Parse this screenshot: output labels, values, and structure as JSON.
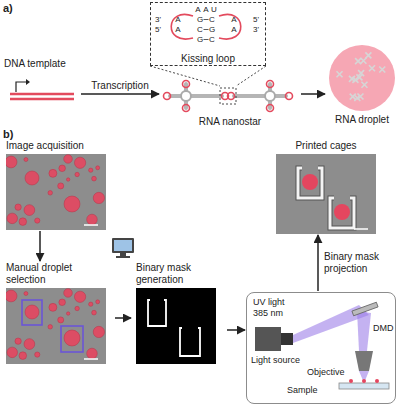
{
  "diagram": {
    "nodes": [
      {
        "text": [
          "DNA template"
        ]
      },
      {
        "text": [
          "Kissing loop"
        ]
      },
      {
        "text": [
          "RNA nanostar"
        ]
      },
      {
        "text": [
          "RNA droplet"
        ]
      },
      {
        "text": [
          "Image acquisition"
        ]
      },
      {
        "text": [
          "Printed cages"
        ]
      },
      {
        "text": [
          "Manual droplet selection"
        ]
      },
      {
        "text": [
          "Binary mask generation"
        ]
      },
      {
        "text": [
          "UV light 385 nm",
          "DMD",
          "Light source",
          "Objective",
          "Sample"
        ]
      }
    ],
    "edges": [
      {
        "from": 0,
        "to": 2,
        "arrow": "to",
        "label": "Transcription"
      },
      {
        "from": 2,
        "to": 3,
        "arrow": "to"
      },
      {
        "from": 4,
        "to": 6,
        "arrow": "to"
      },
      {
        "from": 6,
        "to": 7,
        "arrow": "to"
      },
      {
        "from": 7,
        "to": 8,
        "arrow": "to"
      },
      {
        "from": 8,
        "to": 5,
        "arrow": "to",
        "label": "Binary mask projection"
      }
    ],
    "labels": [
      "a)",
      "b)",
      "A",
      "A",
      "U",
      "3'",
      "A",
      "G",
      "C",
      "A",
      "5'",
      "5'",
      "A",
      "C",
      "G",
      "A",
      "3'",
      "G",
      "C"
    ]
  }
}
